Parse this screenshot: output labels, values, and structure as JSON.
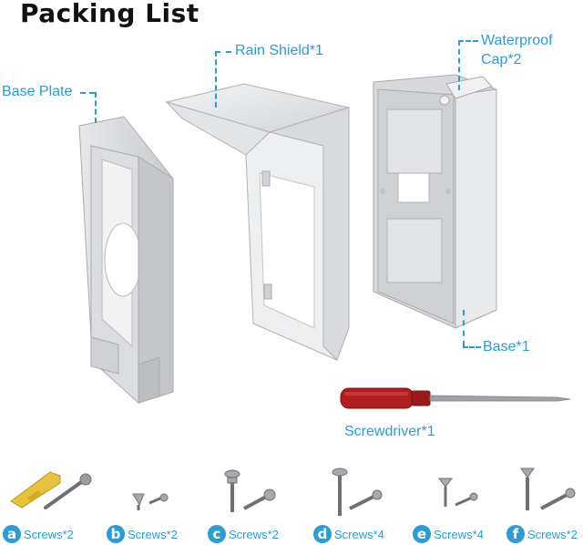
{
  "title": "Packing List",
  "parts": {
    "base_plate": "Base Plate",
    "rain_shield": "Rain Shield*1",
    "waterproof_cap_line1": "Waterproof",
    "waterproof_cap_line2": "Cap*2",
    "base": "Base*1",
    "screwdriver": "Screwdriver*1"
  },
  "screws": [
    {
      "letter": "a",
      "label": "Screws*2"
    },
    {
      "letter": "b",
      "label": "Screws*2"
    },
    {
      "letter": "c",
      "label": "Screws*2"
    },
    {
      "letter": "d",
      "label": "Screws*4"
    },
    {
      "letter": "e",
      "label": "Screws*4"
    },
    {
      "letter": "f",
      "label": "Screws*2"
    }
  ],
  "colors": {
    "accent": "#2d9bd4",
    "screwdriver_handle": "#b01e1e",
    "anchor": "#e8c23a"
  }
}
